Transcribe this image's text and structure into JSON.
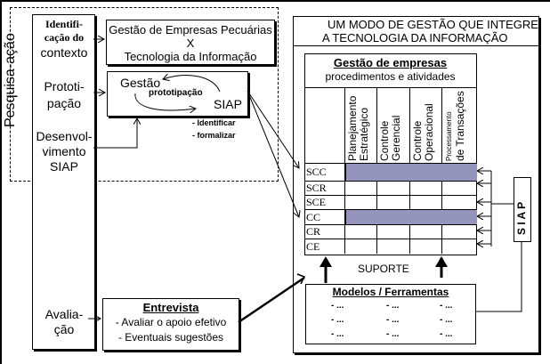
{
  "outer_group": {
    "label": "Pesquisa-ação"
  },
  "phases": [
    {
      "id": "identificacao",
      "lines": [
        "Identifi-",
        "cação do",
        "contexto"
      ]
    },
    {
      "id": "prototipacao",
      "lines": [
        "Prototi-",
        "pação"
      ]
    },
    {
      "id": "desenvolvimento",
      "lines": [
        "Desenvol-",
        "vimento",
        "SIAP"
      ]
    },
    {
      "id": "avaliacao",
      "lines": [
        "Avalia-",
        "ção"
      ]
    }
  ],
  "context_box": {
    "line1": "Gestão de Empresas Pecuárias",
    "line2": "X",
    "line3": "Tecnologia da Informação"
  },
  "prototype_box": {
    "left": "Gestão",
    "middle": "prototipação",
    "right": "SIAP"
  },
  "prototype_notes": [
    "- Identificar",
    "- formalizar"
  ],
  "interview_box": {
    "title": "Entrevista",
    "items": [
      "- Avaliar o apoio  efetivo",
      "- Eventuais sugestões"
    ]
  },
  "main_panel": {
    "title_line1": "UM MODO DE GESTÃO QUE INTEGRE",
    "title_line2": "A  TECNOLOGIA DA INFORMAÇÃO"
  },
  "matrix": {
    "title": "Gestão de empresas",
    "subtitle": "procedimentos e atividades",
    "columns": [
      {
        "line1": "Planejamento",
        "line2": "Estratégico"
      },
      {
        "line1": "Controle",
        "line2": "Gerencial"
      },
      {
        "line1": "Controle",
        "line2": "Operacional"
      },
      {
        "line1": "Processamento",
        "line2": "de Transações"
      }
    ],
    "rows": [
      {
        "label": "SCC",
        "highlighted": true
      },
      {
        "label": "SCR",
        "highlighted": false
      },
      {
        "label": "SCE",
        "highlighted": false
      },
      {
        "label": "CC",
        "highlighted": true
      },
      {
        "label": "CR",
        "highlighted": false
      },
      {
        "label": "CE",
        "highlighted": false
      }
    ],
    "highlight_color": "#b9b9f0"
  },
  "support_label": "SUPORTE",
  "siap_label": "S I A P",
  "models_box": {
    "title": "Modelos / Ferramentas",
    "items": [
      [
        "- ...",
        "- ...",
        "- ..."
      ],
      [
        "- ...",
        "- ...",
        "- ..."
      ],
      [
        "- ...",
        "- ...",
        "- ..."
      ]
    ]
  }
}
